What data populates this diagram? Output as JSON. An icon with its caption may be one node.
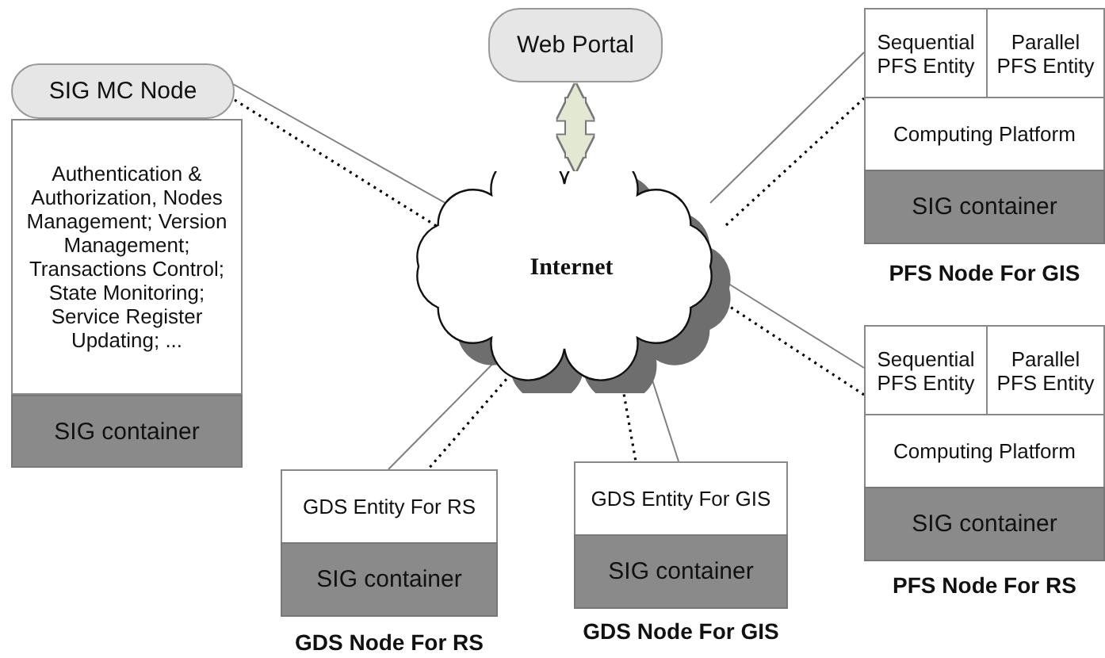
{
  "diagram": {
    "nodes": [
      {
        "text": [
          "Web Portal"
        ]
      },
      {
        "text": [
          "SIG MC Node"
        ]
      },
      {
        "text": [
          "Authentication & Authorization, Nodes Management; Version Management; Transactions Control; State Monitoring; Service Register Updating; ..."
        ]
      },
      {
        "text": [
          "SIG container"
        ]
      },
      {
        "text": [
          "Internet"
        ]
      },
      {
        "text": [
          "PFS  Node For GIS"
        ]
      },
      {
        "text": [
          "Sequential PFS Entity"
        ],
        "in": 5
      },
      {
        "text": [
          "Parallel PFS  Entity"
        ],
        "in": 5
      },
      {
        "text": [
          "Computing Platform"
        ],
        "in": 5
      },
      {
        "text": [
          "SIG container"
        ],
        "in": 5
      },
      {
        "text": [
          "PFS Node For RS"
        ]
      },
      {
        "text": [
          "Sequential PFS Entity"
        ],
        "in": 10
      },
      {
        "text": [
          "Parallel PFS  Entity"
        ],
        "in": 10
      },
      {
        "text": [
          "Computing Platform"
        ],
        "in": 10
      },
      {
        "text": [
          "SIG container"
        ],
        "in": 10
      },
      {
        "text": [
          "GDS Node For RS"
        ]
      },
      {
        "text": [
          "GDS Entity For RS"
        ],
        "in": 15
      },
      {
        "text": [
          "SIG container"
        ],
        "in": 15
      },
      {
        "text": [
          "GDS Node For GIS"
        ]
      },
      {
        "text": [
          "GDS Entity For GIS"
        ],
        "in": 18
      },
      {
        "text": [
          "SIG container"
        ],
        "in": 18
      }
    ],
    "edges": [
      {
        "from": 0,
        "to": 4,
        "arrow": "both",
        "style": "thick",
        "color": "#e2e8d2"
      },
      {
        "from": 1,
        "to": 4,
        "arrow": "none"
      },
      {
        "from": 1,
        "to": 4,
        "arrow": "none",
        "style": "dashed",
        "color": "#000000"
      },
      {
        "from": 4,
        "to": 6,
        "arrow": "none"
      },
      {
        "from": 4,
        "to": 6,
        "arrow": "none",
        "style": "dashed",
        "color": "#000000"
      },
      {
        "from": 4,
        "to": 11,
        "arrow": "none"
      },
      {
        "from": 4,
        "to": 11,
        "arrow": "none",
        "style": "dashed",
        "color": "#000000"
      },
      {
        "from": 4,
        "to": 16,
        "arrow": "none"
      },
      {
        "from": 4,
        "to": 16,
        "arrow": "none",
        "style": "dashed",
        "color": "#000000"
      },
      {
        "from": 4,
        "to": 19,
        "arrow": "none",
        "style": "dashed",
        "color": "#000000"
      },
      {
        "from": 4,
        "to": 19,
        "arrow": "none"
      }
    ]
  }
}
